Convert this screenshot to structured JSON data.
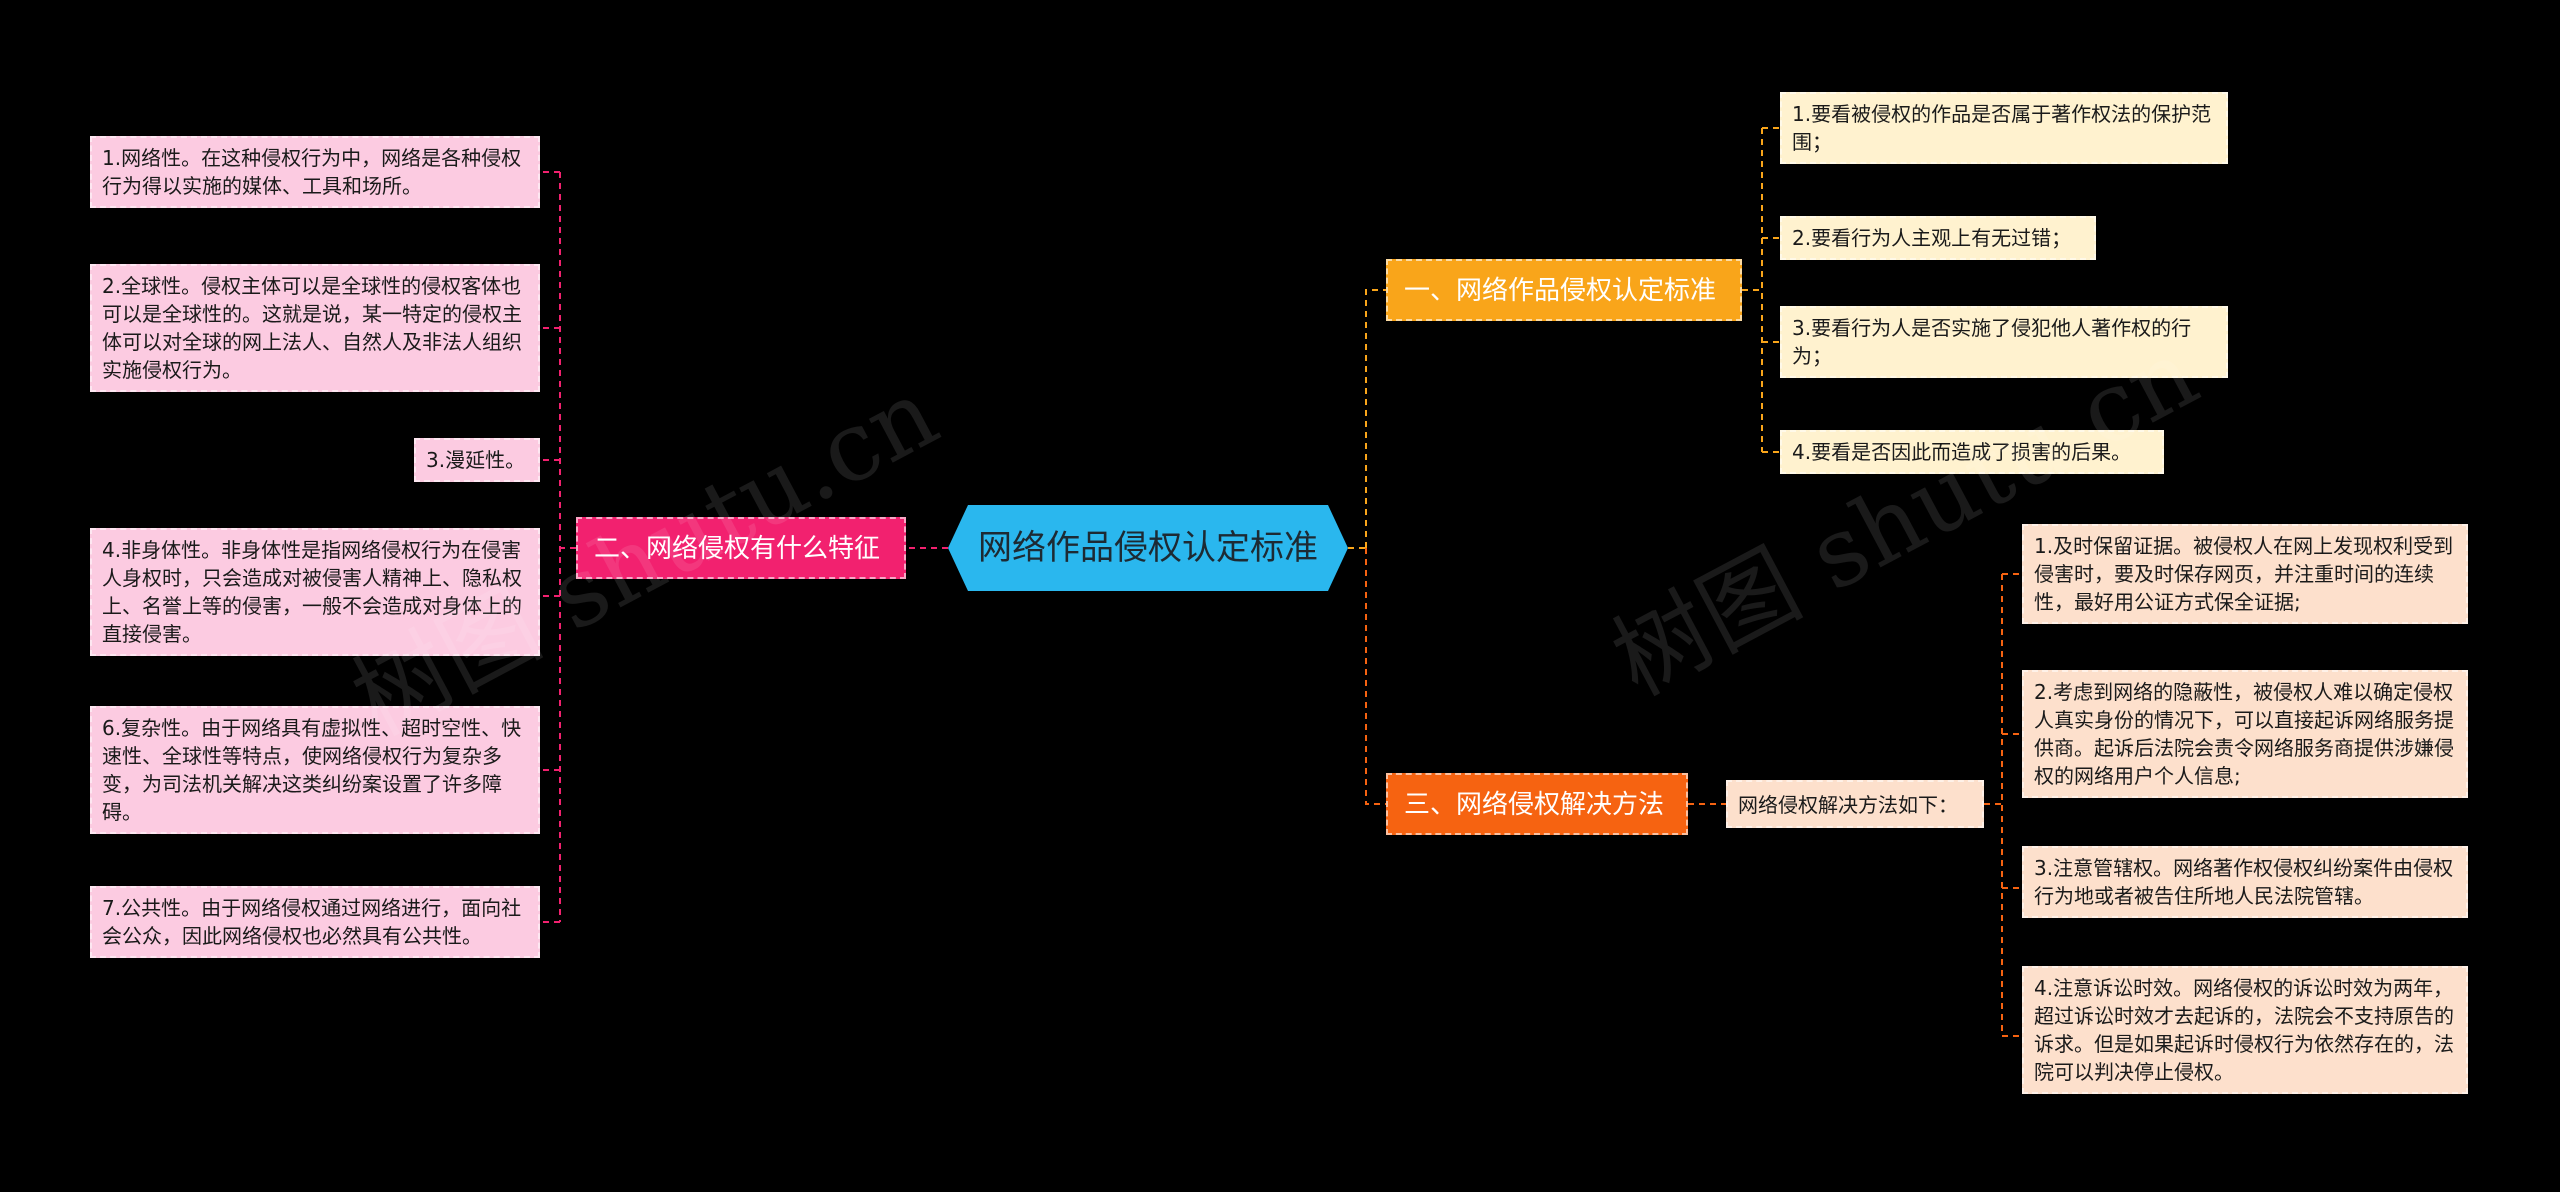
{
  "center": {
    "title": "网络作品侵权认定标准"
  },
  "branches": {
    "b1": {
      "label": "一、网络作品侵权认定标准",
      "items": [
        "1.要看被侵权的作品是否属于著作权法的保护范围；",
        "2.要看行为人主观上有无过错；",
        "3.要看行为人是否实施了侵犯他人著作权的行为；",
        "4.要看是否因此而造成了损害的后果。"
      ]
    },
    "b2": {
      "label": "二、网络侵权有什么特征",
      "items": [
        "1.网络性。在这种侵权行为中，网络是各种侵权行为得以实施的媒体、工具和场所。",
        "2.全球性。侵权主体可以是全球性的侵权客体也可以是全球性的。这就是说，某一特定的侵权主体可以对全球的网上法人、自然人及非法人组织实施侵权行为。",
        "3.漫延性。",
        "4.非身体性。非身体性是指网络侵权行为在侵害人身权时，只会造成对被侵害人精神上、隐私权上、名誉上等的侵害，一般不会造成对身体上的直接侵害。",
        "6.复杂性。由于网络具有虚拟性、超时空性、快速性、全球性等特点，使网络侵权行为复杂多变，为司法机关解决这类纠纷案设置了许多障碍。",
        "7.公共性。由于网络侵权通过网络进行，面向社会公众，因此网络侵权也必然具有公共性。"
      ]
    },
    "b3": {
      "label": "三、网络侵权解决方法",
      "intro": "网络侵权解决方法如下：",
      "items": [
        "1.及时保留证据。被侵权人在网上发现权利受到侵害时，要及时保存网页，并注重时间的连续性，最好用公证方式保全证据;",
        "2.考虑到网络的隐蔽性，被侵权人难以确定侵权人真实身份的情况下，可以直接起诉网络服务提供商。起诉后法院会责令网络服务商提供涉嫌侵权的网络用户个人信息;",
        "3.注意管辖权。网络著作权侵权纠纷案件由侵权行为地或者被告住所地人民法院管辖。",
        "4.注意诉讼时效。网络侵权的诉讼时效为两年，超过诉讼时效才去起诉的，法院会不支持原告的诉求。但是如果起诉时侵权行为依然存在的，法院可以判决停止侵权。"
      ]
    }
  },
  "watermarks": [
    "树图 shutu.cn",
    "树图 shutu.cn"
  ],
  "colors": {
    "background": "#000000",
    "center": "#2ab7ee",
    "branch1": "#f9a51a",
    "branch2": "#f2216f",
    "branch3": "#f66311",
    "leaf_pink": "#fccbe1",
    "leaf_yellow": "#fff2cf",
    "leaf_peach": "#fde0cc"
  }
}
